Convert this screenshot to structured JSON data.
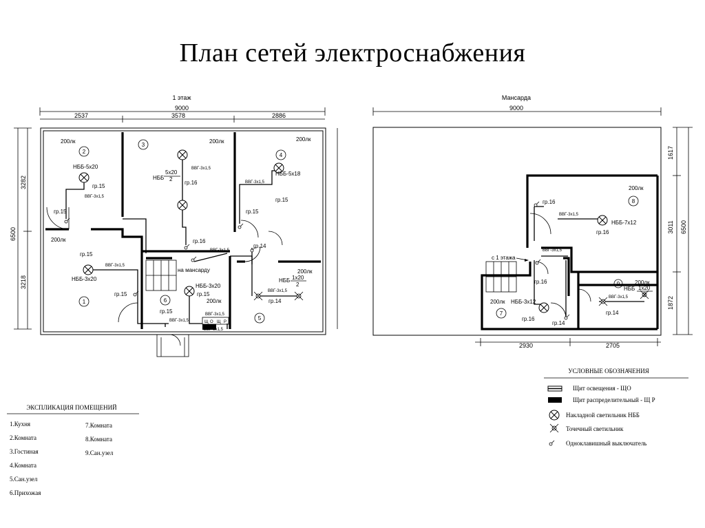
{
  "title": "План сетей электроснабжения",
  "floor1": {
    "label": "1 этаж",
    "total_width": "9000",
    "segments": [
      "2537",
      "3578",
      "2886"
    ],
    "left_dims": [
      "3282",
      "6500",
      "3218"
    ],
    "rooms": [
      {
        "num": "1",
        "load": "200лк",
        "lamp": "НББ-3х20",
        "group": "гр.15",
        "cable": "ВВГ-3х1,5"
      },
      {
        "num": "2",
        "load": "200лк",
        "lamp": "НББ-5х20",
        "group": "гр.15",
        "cable": "ВВГ-3х1,5"
      },
      {
        "num": "3",
        "load": "200лк",
        "lamp": "5х20",
        "lamp_type": "НББ",
        "lamp_sub": "2",
        "group": "гр.16",
        "cable": "ВВГ-3х1,5"
      },
      {
        "num": "4",
        "load": "200лк",
        "lamp": "НББ-5х18",
        "group": "гр.15",
        "cable": "ВВГ-3х1,5"
      },
      {
        "num": "5",
        "load": "200лк",
        "lamp": "1х20",
        "lamp_type": "НББ",
        "lamp_sub": "2",
        "group": "гр.14",
        "cable": "ВВГ-3х1,5"
      },
      {
        "num": "6",
        "load": "200лк",
        "lamp": "НББ-3х20",
        "group": "гр.15",
        "cable": "ВВГ-3х1,5"
      }
    ],
    "stair_label": "на мансарду",
    "extra_groups": [
      "гр.15",
      "гр.15",
      "гр.16",
      "гр.14",
      "гр.15"
    ],
    "panel_labels": [
      "Щ",
      "О",
      "Щ",
      "Р"
    ]
  },
  "attic": {
    "label": "Мансарда",
    "total_width": "9000",
    "right_dims": [
      "1617",
      "3011",
      "6500",
      "1872"
    ],
    "bottom_dims": [
      "2930",
      "2705"
    ],
    "rooms": [
      {
        "num": "7",
        "load": "200лк",
        "lamp": "НББ-3х12",
        "group": "гр.16"
      },
      {
        "num": "8",
        "load": "200лк",
        "lamp": "НББ-7х12",
        "group": "гр.16",
        "cable": "ВВГ-3х1,5"
      },
      {
        "num": "9",
        "load": "200лк",
        "lamp": "1х20",
        "lamp_type": "НББ",
        "lamp_sub": "2",
        "group": "гр.14",
        "cable": "ВВГ-3х1,5"
      }
    ],
    "stair_label": "с 1 этажа",
    "extra_groups": [
      "гр.16",
      "гр.16",
      "гр.14"
    ]
  },
  "explication": {
    "title": "ЭКСПЛИКАЦИЯ ПОМЕЩЕНИЙ",
    "col1": [
      "1.Кухня",
      "2.Комната",
      "3.Гостиная",
      "4.Комната",
      "5.Сан.узел",
      "6.Прихожая"
    ],
    "col2": [
      "7.Комната",
      "8.Комната",
      "9.Сан.узел"
    ]
  },
  "legend": {
    "title": "УСЛОВНЫЕ ОБОЗНАЧЕНИЯ",
    "items": [
      {
        "icon": "lighting-panel-icon",
        "label": "Щит освещения - ЩО"
      },
      {
        "icon": "distribution-panel-icon",
        "label": "Щит распределительный - Щ Р"
      },
      {
        "icon": "ceiling-lamp-icon",
        "label": "Накладной светильник НББ"
      },
      {
        "icon": "spot-lamp-icon",
        "label": "Точечный светильник"
      },
      {
        "icon": "switch-icon",
        "label": "Одноклавишный выключатель"
      }
    ]
  }
}
